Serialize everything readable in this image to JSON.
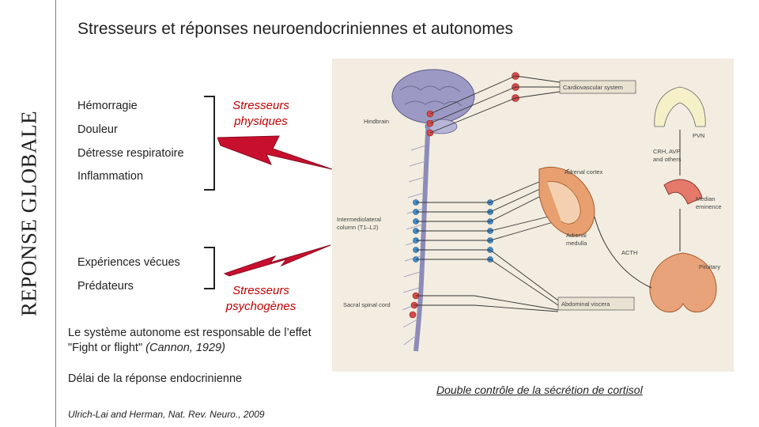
{
  "sidebar": {
    "vertical_title": "REPONSE GLOBALE"
  },
  "slide": {
    "title": "Stresseurs et réponses neuroendocriniennes et autonomes",
    "physical": {
      "items": [
        "Hémorragie",
        "Douleur",
        "Détresse respiratoire",
        "Inflammation"
      ],
      "category": "Stresseurs physiques"
    },
    "psychogenic": {
      "items": [
        "Expériences vécues",
        "Prédateurs"
      ],
      "category": "Stresseurs psychogènes"
    },
    "note_line1": "Le système autonome est responsable de l’effet",
    "note_line2": "\"Fight or flight\"",
    "note_ref": "(Cannon, 1929)",
    "delay": "Délai de la réponse endocrinienne",
    "citation": "Ulrich-Lai and Herman, Nat. Rev. Neuro., 2009",
    "caption": "Double contrôle de la sécrétion de cortisol"
  },
  "figure": {
    "labels": {
      "cardiovascular": "Cardiovascular system",
      "hindbrain": "Hindbrain",
      "pvn": "PVN",
      "crh": "CRH, AVP",
      "others": "and others",
      "adrenal_cortex": "Adrenal cortex",
      "median": "Median",
      "eminence": "eminence",
      "intermedio": "Intermediolateral",
      "column": "column (T1–L2)",
      "adrenal": "Adrenal",
      "medulla": "medulla",
      "acth": "ACTH",
      "pituitary": "Pituitary",
      "sacral": "Sacral spinal cord",
      "abdominal": "Abdominal viscera"
    },
    "colors": {
      "bolt": "#c8102e",
      "red_node": "#d94a4a",
      "blue_node": "#3f8fd0",
      "brain": "#8d8bb8",
      "gland": "#e8a070"
    }
  }
}
